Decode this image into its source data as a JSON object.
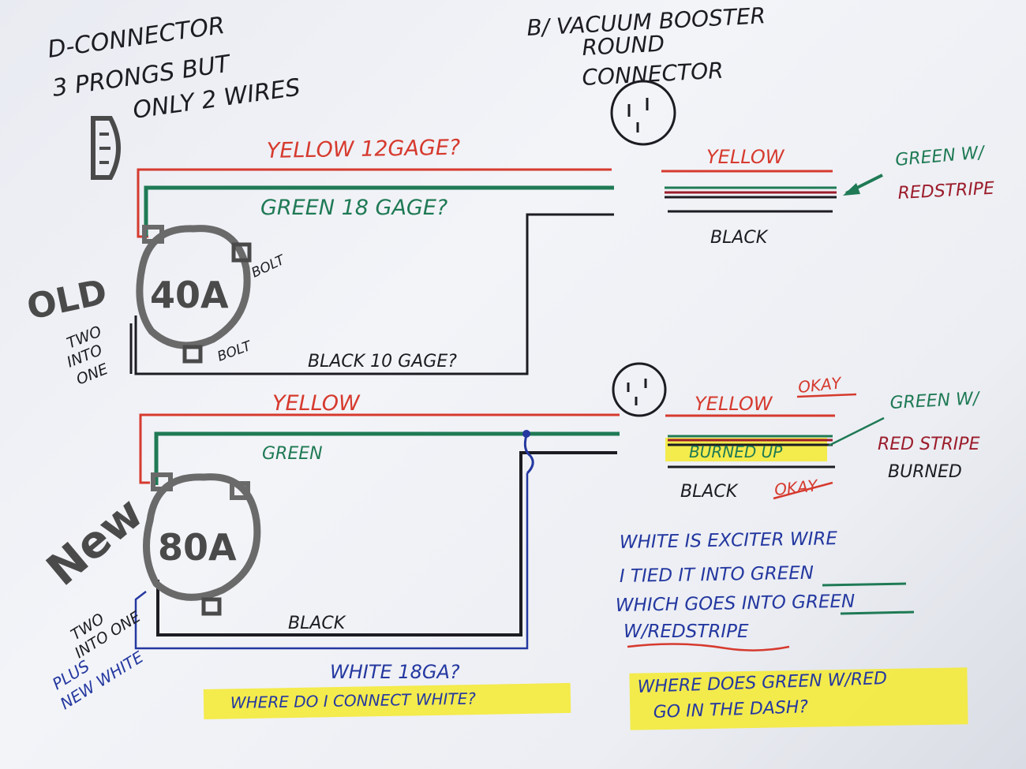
{
  "colors": {
    "red": "#d63a2e",
    "green": "#1f7a55",
    "black": "#1c1c22",
    "blue": "#2438a0",
    "gray": "#6a6a6a",
    "highlight": "#f4ea3a",
    "maroon": "#9c1d2c"
  },
  "notes": {
    "d_connector": [
      "D-CONNECTOR",
      "3 PRONGS BUT",
      "ONLY 2 WIRES"
    ],
    "round_connector": [
      "B/ VACUUM BOOSTER",
      "ROUND",
      "CONNECTOR"
    ]
  },
  "old": {
    "label": "OLD",
    "alternator": "40A",
    "bolt_top": "BOLT",
    "bolt_bottom": "BOLT",
    "two_into_one": [
      "TWO",
      "INTO",
      "ONE"
    ],
    "wire_yellow": "YELLOW 12GAGE?",
    "wire_green": "GREEN 18 GAGE?",
    "wire_black": "BLACK 10 GAGE?",
    "right_yellow": "YELLOW",
    "right_black": "BLACK",
    "green_note": [
      "GREEN W/",
      "REDSTRIPE"
    ]
  },
  "new": {
    "label": "New",
    "alternator": "80A",
    "wire_yellow": "YELLOW",
    "wire_green": "GREEN",
    "wire_black": "BLACK",
    "wire_white": "WHITE 18GA?",
    "two_into_one": [
      "TWO",
      "INTO ONE"
    ],
    "plus_new_white": [
      "PLUS",
      "NEW WHITE"
    ],
    "right_yellow": "YELLOW",
    "right_yellow_status": "OKAY",
    "burned_up": "BURNED UP",
    "right_black": "BLACK",
    "right_black_status": "OKAY",
    "green_note": [
      "GREEN W/",
      "RED STRIPE",
      "BURNED"
    ]
  },
  "explanation": [
    "WHITE IS EXCITER WIRE",
    "I TIED IT INTO GREEN",
    "WHICH GOES INTO GREEN",
    "W/REDSTRIPE"
  ],
  "questions": {
    "white": "WHERE DO I CONNECT WHITE?",
    "green_red": [
      "WHERE DOES GREEN W/RED",
      "GO IN THE DASH?"
    ]
  }
}
